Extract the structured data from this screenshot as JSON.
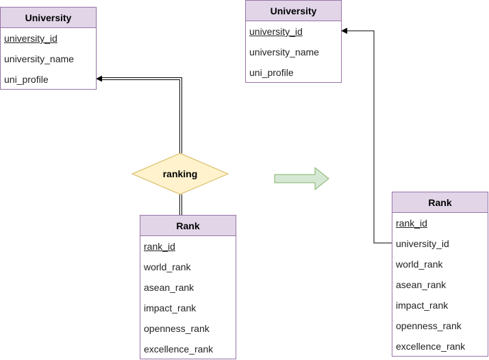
{
  "colors": {
    "entity_border": "#9673a6",
    "entity_header_fill": "#e1d5e7",
    "relationship_fill": "#fff2cc",
    "relationship_border": "#d6b656",
    "arrow_fill": "#d5e8d4",
    "arrow_border": "#82b366",
    "connector": "#000000"
  },
  "left": {
    "university": {
      "title": "University",
      "attributes": [
        {
          "name": "university_id",
          "key": true
        },
        {
          "name": "university_name",
          "key": false
        },
        {
          "name": "uni_profile",
          "key": false
        }
      ]
    },
    "relationship": {
      "label": "ranking"
    },
    "rank": {
      "title": "Rank",
      "attributes": [
        {
          "name": "rank_id",
          "key": true
        },
        {
          "name": "world_rank",
          "key": false
        },
        {
          "name": "asean_rank",
          "key": false
        },
        {
          "name": "impact_rank",
          "key": false
        },
        {
          "name": "openness_rank",
          "key": false
        },
        {
          "name": "excellence_rank",
          "key": false
        }
      ]
    }
  },
  "right": {
    "university": {
      "title": "University",
      "attributes": [
        {
          "name": "university_id",
          "key": true
        },
        {
          "name": "university_name",
          "key": false
        },
        {
          "name": "uni_profile",
          "key": false
        }
      ]
    },
    "rank": {
      "title": "Rank",
      "attributes": [
        {
          "name": "rank_id",
          "key": true
        },
        {
          "name": "university_id",
          "key": false
        },
        {
          "name": "world_rank",
          "key": false
        },
        {
          "name": "asean_rank",
          "key": false
        },
        {
          "name": "impact_rank",
          "key": false
        },
        {
          "name": "openness_rank",
          "key": false
        },
        {
          "name": "excellence_rank",
          "key": false
        }
      ]
    }
  }
}
